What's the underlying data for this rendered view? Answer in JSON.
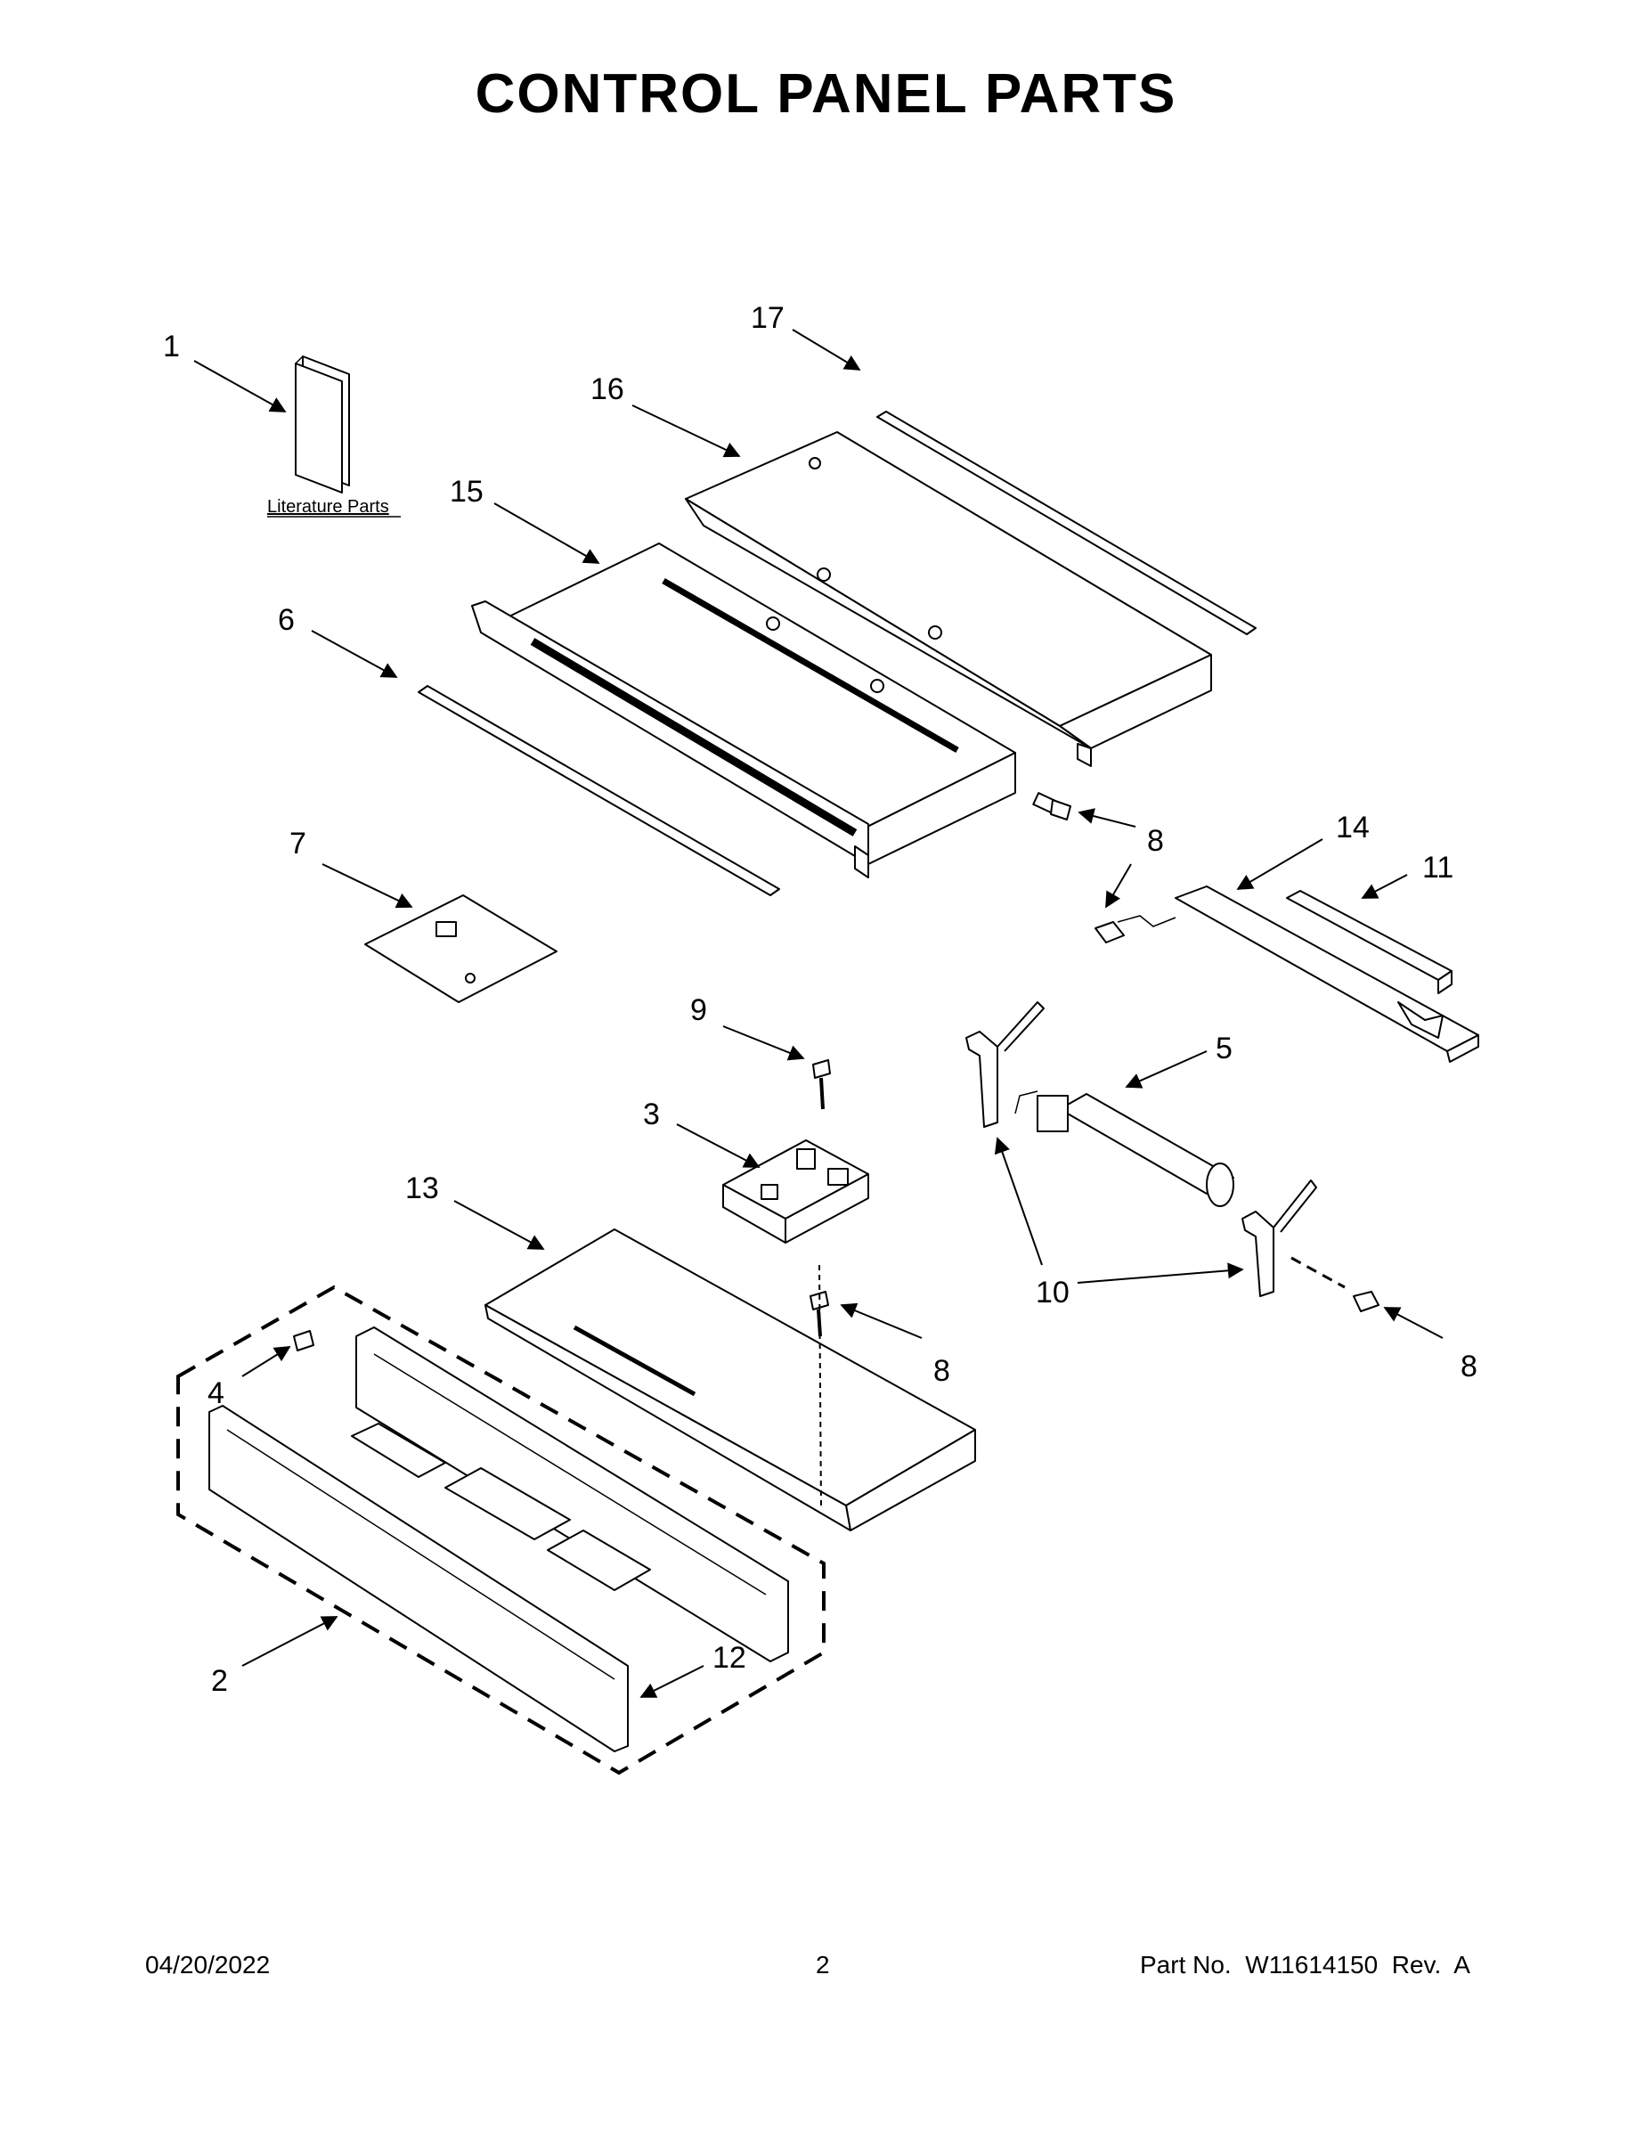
{
  "page": {
    "title": "CONTROL PANEL PARTS",
    "literature_label": "Literature Parts"
  },
  "callouts": [
    {
      "id": "c1",
      "text": "1"
    },
    {
      "id": "c17",
      "text": "17"
    },
    {
      "id": "c16",
      "text": "16"
    },
    {
      "id": "c15",
      "text": "15"
    },
    {
      "id": "c6",
      "text": "6"
    },
    {
      "id": "c8a",
      "text": "8"
    },
    {
      "id": "c14",
      "text": "14"
    },
    {
      "id": "c11",
      "text": "11"
    },
    {
      "id": "c8b",
      "text": "8"
    },
    {
      "id": "c7",
      "text": "7"
    },
    {
      "id": "c9",
      "text": "9"
    },
    {
      "id": "c5",
      "text": "5"
    },
    {
      "id": "c3",
      "text": "3"
    },
    {
      "id": "c13",
      "text": "13"
    },
    {
      "id": "c10",
      "text": "10"
    },
    {
      "id": "c8c",
      "text": "8"
    },
    {
      "id": "c4",
      "text": "4"
    },
    {
      "id": "c8d",
      "text": "8"
    },
    {
      "id": "c2",
      "text": "2"
    },
    {
      "id": "c12",
      "text": "12"
    }
  ],
  "footer": {
    "date": "04/20/2022",
    "page_number": "2",
    "part_number": "Part No.  W11614150  Rev.  A"
  }
}
